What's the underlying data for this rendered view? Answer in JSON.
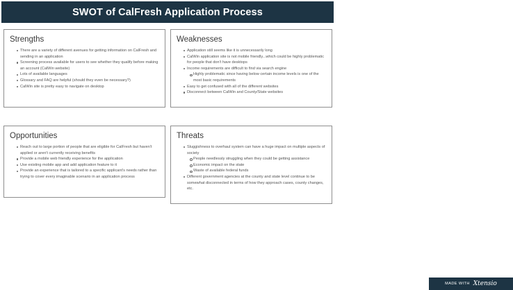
{
  "header": {
    "title": "SWOT of CalFresh Application Process"
  },
  "strengths": {
    "title": "Strengths",
    "items": [
      "There are a variety of different avenues for getting information on CalFresh and sending in an application",
      "Screening process available for users to see whether they qualify before making an account (CalWin website)",
      "Lots of available languages",
      "Glossary and FAQ are helpful (should they even be necessary?)",
      "CalWin site is pretty easy to navigate on desktop"
    ]
  },
  "weaknesses": {
    "title": "Weaknesses",
    "items": [
      "Application still seems like it is unnecessarily long",
      "CalWin application site is not mobile friendly...which could be highly problematic for people that don't have desktops",
      "Income requirements are difficult to find via search engine",
      "",
      "Easy to get confused with all of the different websites",
      "Disconnect between CalWin and County/State websites"
    ],
    "sub_items": [
      "Highly problematic since having below certain income levels is one of the most basic requirements"
    ]
  },
  "opportunities": {
    "title": "Opportunities",
    "items": [
      "Reach out to large portion of people that are eligible for CalFresh but haven't applied or aren't currently receiving benefits",
      "Provide a mobile web friendly experience for the application",
      "Use existing mobile app and add application feature to it",
      "Provide an experience that is tailored to a specific applicant's needs rather than trying to cover every imaginable scenario in an application process"
    ]
  },
  "threats": {
    "title": "Threats",
    "items": [
      "Sluggishness to overhaul system can have a huge impact on multiple aspects of society",
      "Different government agencies at the county and state level continue to be somewhat disconnected in terms of how they approach cases, county changes, etc."
    ],
    "sub_items": [
      "People needlessly struggling when they could be getting assistance",
      "Economic impact on the state",
      "Waste of available federal funds"
    ]
  },
  "footer": {
    "made_with": "MADE WITH",
    "brand": "Xtensio"
  }
}
